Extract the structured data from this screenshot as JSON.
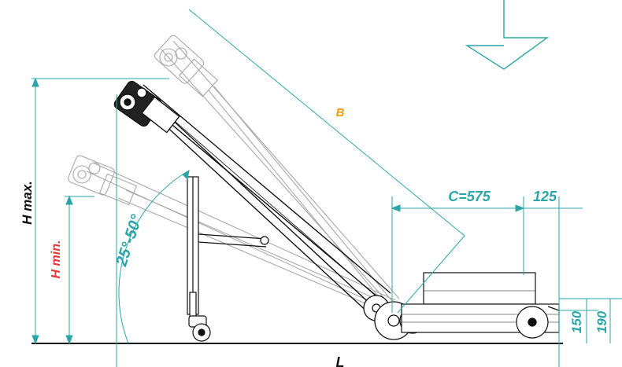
{
  "labels": {
    "h_max": "H max.",
    "h_min": "H min.",
    "angle_range": "25°-50°",
    "length_b": "B",
    "dim_c": "C=575",
    "dim_125": "125",
    "dim_150": "150",
    "dim_190": "190",
    "length_l": "L"
  },
  "colors": {
    "teal": "#2aa6a9",
    "orange": "#f39c12",
    "red": "#e53935",
    "ink": "#111111",
    "ghost": "#a8a8a8"
  },
  "icons": {
    "infeed_arrow": "down-arrow-icon",
    "caster": "caster-wheel-icon",
    "motor": "gear-motor-icon"
  }
}
